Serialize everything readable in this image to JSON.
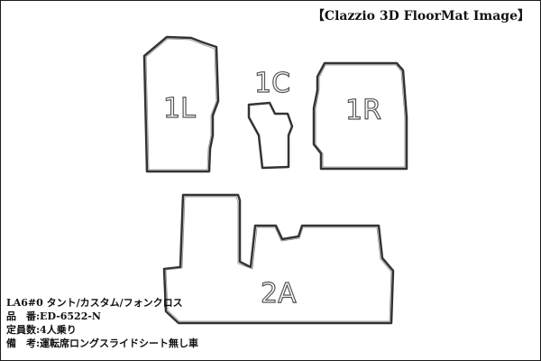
{
  "title": "【Clazzio 3D FloorMat Image】",
  "mats": [
    {
      "id": "1L",
      "label": "1L"
    },
    {
      "id": "1C",
      "label": "1C"
    },
    {
      "id": "1R",
      "label": "1R"
    },
    {
      "id": "2A",
      "label": "2A"
    }
  ],
  "info": {
    "model": "LA6#0 タント/カスタム/フォンクロス",
    "product_number": "品　番:ED-6522-N",
    "capacity": "定員数:4人乗り",
    "remarks": "備　考:運転席ロングスライドシート無し車"
  },
  "colors": {
    "border": "#1a1a1a",
    "mat_outline": "#333333",
    "mat_fill": "#ffffff"
  }
}
